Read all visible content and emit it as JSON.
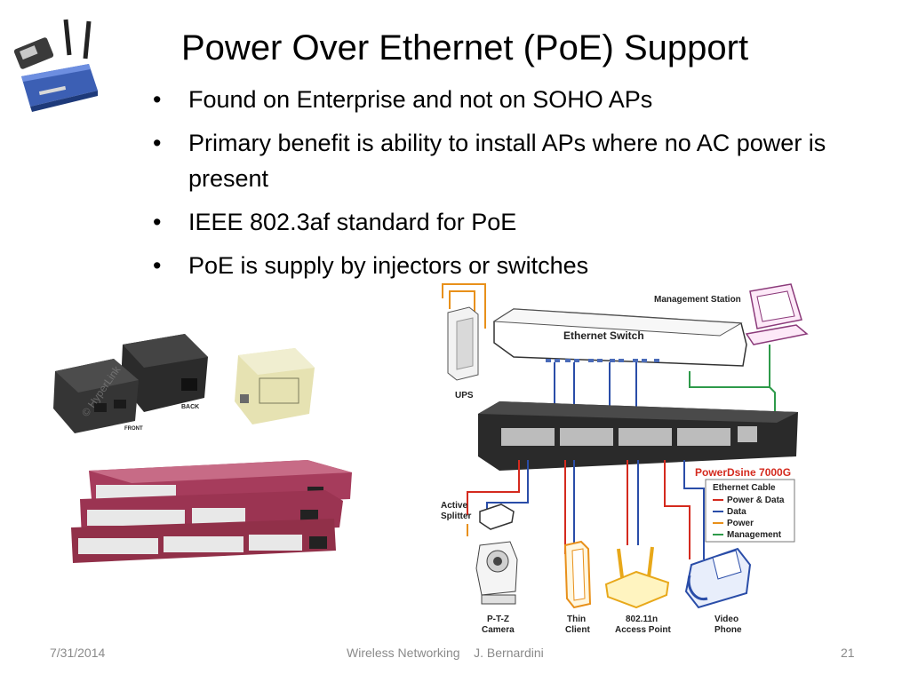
{
  "slide": {
    "title": "Power Over Ethernet (PoE) Support",
    "bullets": [
      "Found on Enterprise and not on SOHO APs",
      "Primary benefit is ability to install APs where no AC power is present",
      "IEEE 802.3af standard for PoE",
      "PoE is supply by injectors or switches"
    ],
    "bullet_glyph": "•"
  },
  "diagram": {
    "management_station": "Management Station",
    "ethernet_switch": "Ethernet Switch",
    "ups": "UPS",
    "powerdsine": "PowerDsine 7000G",
    "active_splitter_line1": "Active",
    "active_splitter_line2": "Splitter",
    "legend": {
      "title": "Ethernet Cable",
      "items": [
        {
          "label": "Power & Data",
          "color": "#d42a1e"
        },
        {
          "label": "Data",
          "color": "#2a4da8"
        },
        {
          "label": "Power",
          "color": "#e8901a"
        },
        {
          "label": "Management",
          "color": "#2e9a4a"
        }
      ]
    },
    "devices": [
      {
        "line1": "P-T-Z",
        "line2": "Camera"
      },
      {
        "line1": "Thin",
        "line2": "Client"
      },
      {
        "line1": "802.11n",
        "line2": "Access Point"
      },
      {
        "line1": "Video",
        "line2": "Phone"
      }
    ]
  },
  "injector_photo": {
    "back_label": "BACK",
    "front_label": "FRONT",
    "watermark": "© HyperLink"
  },
  "footer": {
    "date": "7/31/2014",
    "center": "Wireless Networking    J. Bernardini",
    "page": "21"
  },
  "colors": {
    "magenta_switch": "#a63c5c",
    "power_data": "#d42a1e",
    "data": "#2a4da8",
    "power": "#e8901a",
    "management": "#2e9a4a"
  }
}
